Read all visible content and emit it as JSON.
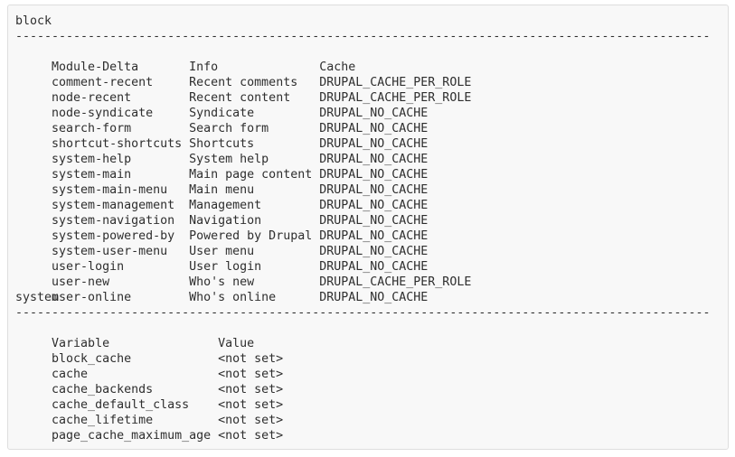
{
  "colors": {
    "page_background": "#ffffff",
    "box_background": "#f8f8f8",
    "box_border": "#dedede",
    "text": "#2e2e2e"
  },
  "terminal": {
    "divider": "------------------------------------------------------------------------------------------------",
    "sections": [
      {
        "title": "block",
        "headers": [
          "Module-Delta",
          "Info",
          "Cache"
        ],
        "rows": [
          [
            "comment-recent",
            "Recent comments",
            "DRUPAL_CACHE_PER_ROLE"
          ],
          [
            "node-recent",
            "Recent content",
            "DRUPAL_CACHE_PER_ROLE"
          ],
          [
            "node-syndicate",
            "Syndicate",
            "DRUPAL_NO_CACHE"
          ],
          [
            "search-form",
            "Search form",
            "DRUPAL_NO_CACHE"
          ],
          [
            "shortcut-shortcuts",
            "Shortcuts",
            "DRUPAL_NO_CACHE"
          ],
          [
            "system-help",
            "System help",
            "DRUPAL_NO_CACHE"
          ],
          [
            "system-main",
            "Main page content",
            "DRUPAL_NO_CACHE"
          ],
          [
            "system-main-menu",
            "Main menu",
            "DRUPAL_NO_CACHE"
          ],
          [
            "system-management",
            "Management",
            "DRUPAL_NO_CACHE"
          ],
          [
            "system-navigation",
            "Navigation",
            "DRUPAL_NO_CACHE"
          ],
          [
            "system-powered-by",
            "Powered by Drupal",
            "DRUPAL_NO_CACHE"
          ],
          [
            "system-user-menu",
            "User menu",
            "DRUPAL_NO_CACHE"
          ],
          [
            "user-login",
            "User login",
            "DRUPAL_NO_CACHE"
          ],
          [
            "user-new",
            "Who's new",
            "DRUPAL_CACHE_PER_ROLE"
          ],
          [
            "user-online",
            "Who's online",
            "DRUPAL_NO_CACHE"
          ]
        ]
      },
      {
        "title": "system",
        "headers": [
          "Variable",
          "Value"
        ],
        "rows": [
          [
            "block_cache",
            "<not set>"
          ],
          [
            "cache",
            "<not set>"
          ],
          [
            "cache_backends",
            "<not set>"
          ],
          [
            "cache_default_class",
            "<not set>"
          ],
          [
            "cache_lifetime",
            "<not set>"
          ],
          [
            "page_cache_maximum_age",
            "<not set>"
          ]
        ]
      }
    ]
  }
}
